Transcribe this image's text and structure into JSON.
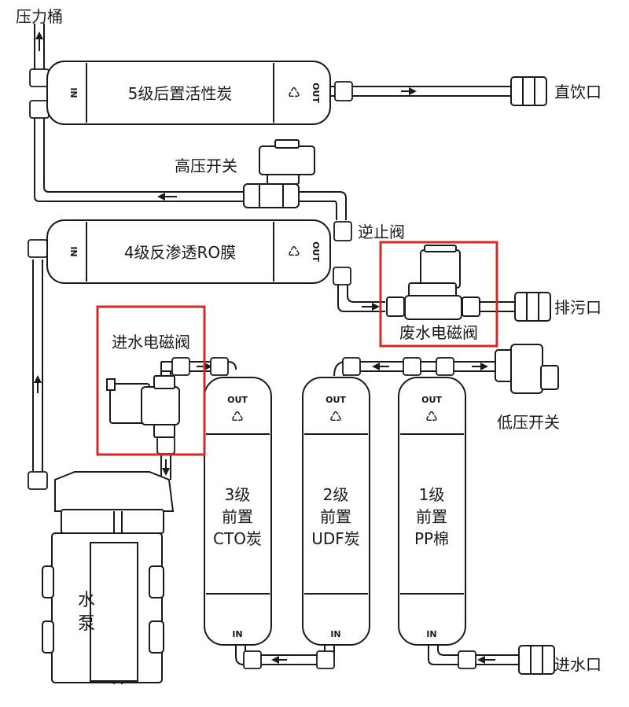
{
  "labels": {
    "pressure_tank": "压力桶",
    "direct_drink": "直饮口",
    "high_pressure_switch": "高压开关",
    "check_valve": "逆止阀",
    "drain": "排污口",
    "waste_solenoid": "废水电磁阀",
    "inlet_solenoid": "进水电磁阀",
    "low_pressure_switch": "低压开关",
    "water_inlet": "进水口",
    "pump_line1": "水",
    "pump_line2": "泵"
  },
  "filters": {
    "stage5": {
      "label": "5级后置活性炭",
      "in": "IN",
      "out": "OUT"
    },
    "stage4": {
      "label": "4级反渗透RO膜",
      "in": "IN",
      "out": "OUT"
    },
    "stage3": {
      "line1": "3级",
      "line2": "前置",
      "line3": "CTO炭",
      "in": "IN",
      "out": "OUT"
    },
    "stage2": {
      "line1": "2级",
      "line2": "前置",
      "line3": "UDF炭",
      "in": "IN",
      "out": "OUT"
    },
    "stage1": {
      "line1": "1级",
      "line2": "前置",
      "line3": "PP棉",
      "in": "IN",
      "out": "OUT"
    }
  },
  "colors": {
    "line": "#1a1a1a",
    "highlight": "#d42a2a",
    "fill": "#ffffff"
  }
}
